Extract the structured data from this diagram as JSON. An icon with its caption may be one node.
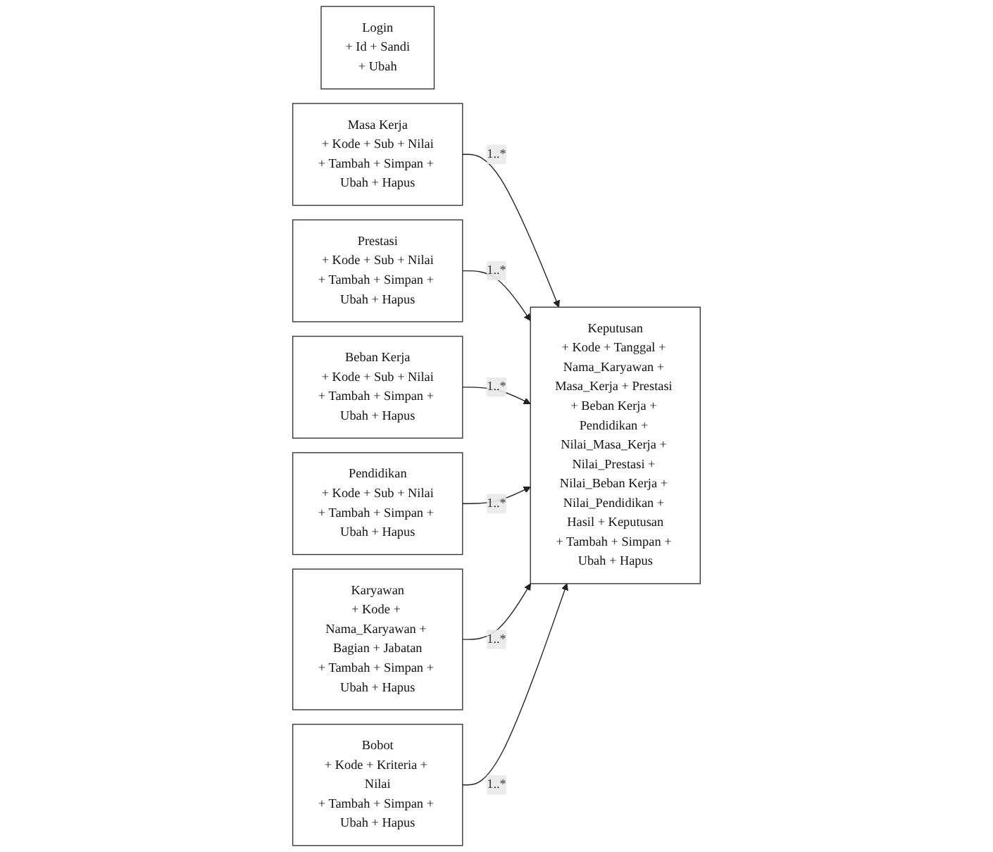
{
  "diagram": {
    "nodes": [
      {
        "text": [
          "Login",
          "+ Id + Sandi",
          "+ Ubah"
        ]
      },
      {
        "text": [
          "Keputusan",
          "+ Kode + Tanggal + Nama_Karyawan + Masa_Kerja + Prestasi + Beban Kerja + Pendidikan + Nilai_Masa_Kerja + Nilai_Prestasi + Nilai_Beban Kerja + Nilai_Pendidikan + Hasil + Keputusan",
          "+ Tambah + Simpan + Ubah + Hapus"
        ]
      },
      {
        "text": [
          "Masa Kerja",
          "+ Kode + Sub + Nilai",
          "+ Tambah + Simpan + Ubah + Hapus"
        ]
      },
      {
        "text": [
          "Prestasi",
          "+ Kode + Sub + Nilai",
          "+ Tambah + Simpan + Ubah + Hapus"
        ]
      },
      {
        "text": [
          "Beban Kerja",
          "+ Kode + Sub + Nilai",
          "+ Tambah + Simpan + Ubah + Hapus"
        ]
      },
      {
        "text": [
          "Pendidikan",
          "+ Kode + Sub + Nilai",
          "+ Tambah + Simpan + Ubah + Hapus"
        ]
      },
      {
        "text": [
          "Karyawan",
          "+ Kode + Nama_Karyawan + Bagian + Jabatan",
          "+ Tambah + Simpan + Ubah + Hapus"
        ]
      },
      {
        "text": [
          "Bobot",
          "+ Kode + Kriteria + Nilai",
          "+ Tambah + Simpan + Ubah + Hapus"
        ]
      }
    ],
    "edges": [
      {
        "from": 2,
        "to": 1,
        "arrow": "to",
        "label": "1..*"
      },
      {
        "from": 3,
        "to": 1,
        "arrow": "to",
        "label": "1..*"
      },
      {
        "from": 4,
        "to": 1,
        "arrow": "to",
        "label": "1..*"
      },
      {
        "from": 5,
        "to": 1,
        "arrow": "to",
        "label": "1..*"
      },
      {
        "from": 6,
        "to": 1,
        "arrow": "to",
        "label": "1..*"
      },
      {
        "from": 7,
        "to": 1,
        "arrow": "to",
        "label": "1..*"
      }
    ]
  }
}
